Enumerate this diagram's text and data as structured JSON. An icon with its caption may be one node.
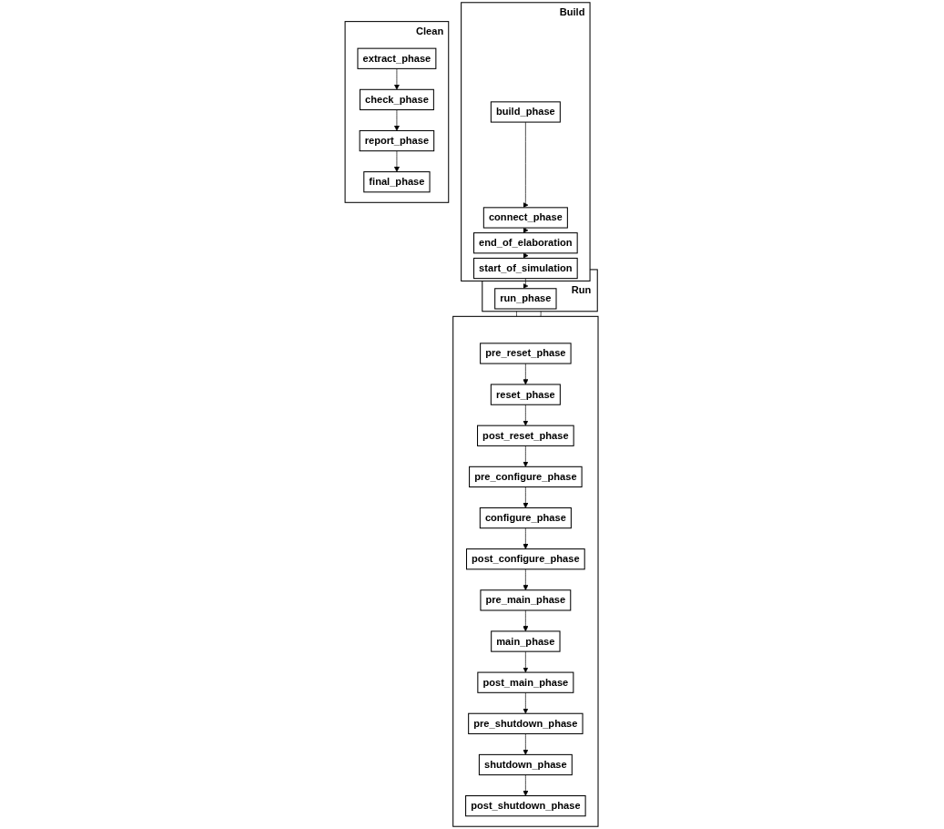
{
  "diagram": {
    "nodes": [
      {
        "text": [
          "Build"
        ]
      },
      {
        "text": [
          "build_phase"
        ],
        "in": 0
      },
      {
        "text": [
          "connect_phase"
        ],
        "in": 0
      },
      {
        "text": [
          "end_of_elaboration"
        ],
        "in": 0
      },
      {
        "text": [
          "start_of_simulation"
        ],
        "in": 0
      },
      {
        "text": [
          "Run"
        ]
      },
      {
        "text": [
          "run_phase"
        ],
        "in": 5
      },
      {
        "text": [
          "Clean"
        ]
      },
      {
        "text": [
          "extract_phase"
        ],
        "in": 7
      },
      {
        "text": [
          "check_phase"
        ],
        "in": 7
      },
      {
        "text": [
          "report_phase"
        ],
        "in": 7
      },
      {
        "text": [
          "final_phase"
        ],
        "in": 7
      },
      {
        "text": [],
        "shape": "box"
      },
      {
        "text": [
          "pre_reset_phase"
        ],
        "in": 12
      },
      {
        "text": [
          "reset_phase"
        ],
        "in": 12
      },
      {
        "text": [
          "post_reset_phase"
        ],
        "in": 12
      },
      {
        "text": [
          "pre_configure_phase"
        ],
        "in": 12
      },
      {
        "text": [
          "configure_phase"
        ],
        "in": 12
      },
      {
        "text": [
          "post_configure_phase"
        ],
        "in": 12
      },
      {
        "text": [
          "pre_main_phase"
        ],
        "in": 12
      },
      {
        "text": [
          "main_phase"
        ],
        "in": 12
      },
      {
        "text": [
          "post_main_phase"
        ],
        "in": 12
      },
      {
        "text": [
          "pre_shutdown_phase"
        ],
        "in": 12
      },
      {
        "text": [
          "shutdown_phase"
        ],
        "in": 12
      },
      {
        "text": [
          "post_shutdown_phase"
        ],
        "in": 12
      }
    ],
    "edges": [
      {
        "from": 1,
        "to": 2,
        "arrow": "to"
      },
      {
        "from": 2,
        "to": 3,
        "arrow": "to"
      },
      {
        "from": 3,
        "to": 4,
        "arrow": "to"
      },
      {
        "from": 4,
        "to": 6,
        "arrow": "to"
      },
      {
        "from": 8,
        "to": 9,
        "arrow": "to"
      },
      {
        "from": 9,
        "to": 10,
        "arrow": "to"
      },
      {
        "from": 10,
        "to": 11,
        "arrow": "to"
      },
      {
        "from": 13,
        "to": 14,
        "arrow": "to"
      },
      {
        "from": 14,
        "to": 15,
        "arrow": "to"
      },
      {
        "from": 15,
        "to": 16,
        "arrow": "to"
      },
      {
        "from": 16,
        "to": 17,
        "arrow": "to"
      },
      {
        "from": 17,
        "to": 18,
        "arrow": "to"
      },
      {
        "from": 18,
        "to": 19,
        "arrow": "to"
      },
      {
        "from": 19,
        "to": 20,
        "arrow": "to"
      },
      {
        "from": 20,
        "to": 21,
        "arrow": "to"
      },
      {
        "from": 21,
        "to": 22,
        "arrow": "to"
      },
      {
        "from": 22,
        "to": 23,
        "arrow": "to"
      },
      {
        "from": 23,
        "to": 24,
        "arrow": "to"
      },
      {
        "from": 5,
        "to": 12,
        "arrow": "none"
      },
      {
        "from": 5,
        "to": 12,
        "arrow": "none"
      }
    ]
  }
}
